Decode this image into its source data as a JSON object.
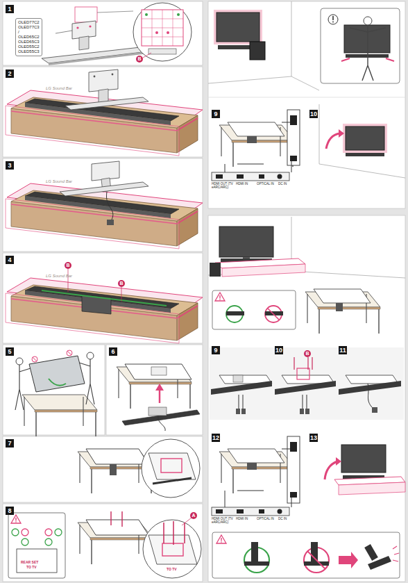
{
  "diagram": {
    "nodes": [
      {
        "text": [
          "1"
        ]
      },
      {
        "text": [
          "OLED77C2",
          "OLED77C3",
          "/",
          "OLED65C2",
          "OLED65C3",
          "OLED55C2",
          "OLED55C3"
        ]
      },
      {
        "text": [
          "B"
        ]
      },
      {
        "text": [
          "2"
        ]
      },
      {
        "text": [
          "3"
        ]
      },
      {
        "text": [
          "4"
        ]
      },
      {
        "text": [
          "B"
        ]
      },
      {
        "text": [
          "B"
        ]
      },
      {
        "text": [
          "5"
        ]
      },
      {
        "text": [
          "6"
        ]
      },
      {
        "text": [
          "7"
        ]
      },
      {
        "text": [
          "8"
        ]
      },
      {
        "text": [
          "A"
        ]
      },
      {
        "text": [
          "9"
        ]
      },
      {
        "text": [
          "10"
        ]
      },
      {
        "text": [
          "9"
        ]
      },
      {
        "text": [
          "10"
        ]
      },
      {
        "text": [
          "B"
        ]
      },
      {
        "text": [
          "11"
        ]
      },
      {
        "text": [
          "12"
        ]
      },
      {
        "text": [
          "13"
        ]
      }
    ],
    "labels": [
      "LG Sound Bar",
      "LG Sound Bar",
      "LG Sound Bar",
      "REAR SET",
      "TO TV",
      "TO TV",
      "HDMI OUT (TV eARC/ARC)",
      "HDMI IN",
      "OPTICAL IN",
      "DC IN",
      "HDMI OUT (TV eARC/ARC)",
      "HDMI IN",
      "OPTICAL IN",
      "DC IN"
    ]
  }
}
